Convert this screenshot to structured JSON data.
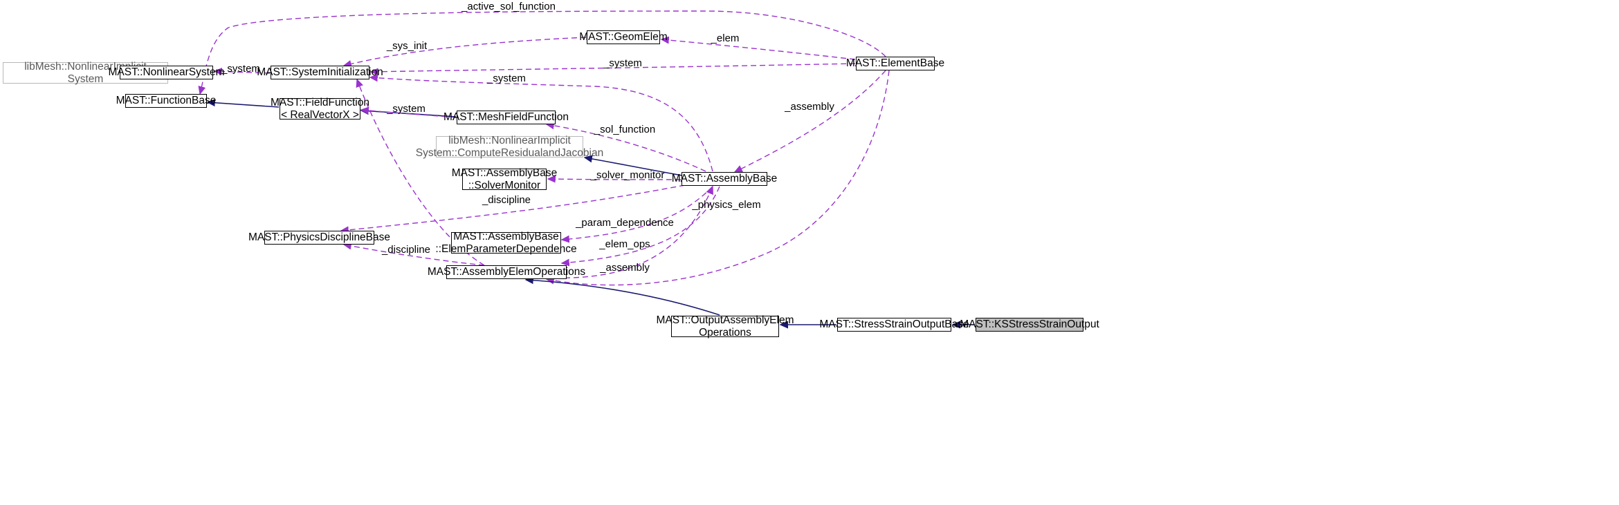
{
  "diagram": {
    "nodes": [
      {
        "id": "nonlinear_implicit_system",
        "lines": [
          "libMesh::NonlinearImplicit",
          "System"
        ],
        "external": true
      },
      {
        "id": "nonlinear_system",
        "lines": [
          "MAST::NonlinearSystem"
        ]
      },
      {
        "id": "function_base",
        "lines": [
          "MAST::FunctionBase"
        ]
      },
      {
        "id": "system_initialization",
        "lines": [
          "MAST::SystemInitialization"
        ]
      },
      {
        "id": "field_function",
        "lines": [
          "MAST::FieldFunction",
          "< RealVectorX >"
        ]
      },
      {
        "id": "geom_elem",
        "lines": [
          "MAST::GeomElem"
        ]
      },
      {
        "id": "mesh_field_function",
        "lines": [
          "MAST::MeshFieldFunction"
        ]
      },
      {
        "id": "compute_residual",
        "lines": [
          "libMesh::NonlinearImplicit",
          "System::ComputeResidualandJacobian"
        ],
        "external": true
      },
      {
        "id": "solver_monitor",
        "lines": [
          "MAST::AssemblyBase",
          "::SolverMonitor"
        ]
      },
      {
        "id": "physics_discipline_base",
        "lines": [
          "MAST::PhysicsDisciplineBase"
        ]
      },
      {
        "id": "elem_parameter_dependence",
        "lines": [
          "MAST::AssemblyBase",
          "::ElemParameterDependence"
        ]
      },
      {
        "id": "assembly_elem_operations",
        "lines": [
          "MAST::AssemblyElemOperations"
        ]
      },
      {
        "id": "element_base",
        "lines": [
          "MAST::ElementBase"
        ]
      },
      {
        "id": "assembly_base",
        "lines": [
          "MAST::AssemblyBase"
        ]
      },
      {
        "id": "output_assembly_elem_operations",
        "lines": [
          "MAST::OutputAssemblyElem",
          "Operations"
        ]
      },
      {
        "id": "stress_strain_output_base",
        "lines": [
          "MAST::StressStrainOutputBase"
        ]
      },
      {
        "id": "ks_stress_strain_output",
        "lines": [
          "MAST::KSStressStrainOutput"
        ],
        "focus": true
      }
    ],
    "edges": [
      {
        "id": "e1",
        "kind": "inheritance",
        "from": "nonlinear_system",
        "to": "nonlinear_implicit_system",
        "label": ""
      },
      {
        "id": "e2",
        "kind": "usage",
        "from": "system_initialization",
        "to": "nonlinear_system",
        "label": "_system"
      },
      {
        "id": "e3",
        "kind": "inheritance",
        "from": "field_function",
        "to": "function_base",
        "label": ""
      },
      {
        "id": "e4",
        "kind": "inheritance",
        "from": "mesh_field_function",
        "to": "field_function",
        "label": ""
      },
      {
        "id": "e5",
        "kind": "usage",
        "from": "mesh_field_function",
        "to": "system_initialization",
        "label": "_system"
      },
      {
        "id": "e6",
        "kind": "usage",
        "from": "geom_elem",
        "to": "system_initialization",
        "label": "_sys_init"
      },
      {
        "id": "e7",
        "kind": "usage",
        "from": "element_base",
        "to": "function_base",
        "label": "_active_sol_function"
      },
      {
        "id": "e8",
        "kind": "usage",
        "from": "element_base",
        "to": "geom_elem",
        "label": "_elem"
      },
      {
        "id": "e9",
        "kind": "usage",
        "from": "element_base",
        "to": "system_initialization",
        "label": "_system"
      },
      {
        "id": "e10",
        "kind": "usage",
        "from": "assembly_base",
        "to": "system_initialization",
        "label": "_system"
      },
      {
        "id": "e11",
        "kind": "usage",
        "from": "element_base",
        "to": "assembly_base",
        "label": "_assembly"
      },
      {
        "id": "e12",
        "kind": "usage",
        "from": "assembly_base",
        "to": "mesh_field_function",
        "label": "_sol_function"
      },
      {
        "id": "e13",
        "kind": "inheritance",
        "from": "assembly_base",
        "to": "compute_residual",
        "label": ""
      },
      {
        "id": "e14",
        "kind": "usage",
        "from": "assembly_base",
        "to": "solver_monitor",
        "label": "_solver_monitor"
      },
      {
        "id": "e15",
        "kind": "usage",
        "from": "assembly_base",
        "to": "physics_discipline_base",
        "label": "_discipline"
      },
      {
        "id": "e16",
        "kind": "usage",
        "from": "assembly_base",
        "to": "elem_parameter_dependence",
        "label": "_param_dependence"
      },
      {
        "id": "e17",
        "kind": "usage",
        "from": "assembly_base",
        "to": "assembly_elem_operations",
        "label": "_elem_ops"
      },
      {
        "id": "e18",
        "kind": "usage",
        "from": "assembly_elem_operations",
        "to": "assembly_base",
        "label": "_assembly"
      },
      {
        "id": "e19",
        "kind": "usage",
        "from": "element_base",
        "to": "assembly_elem_operations",
        "label": "_physics_elem"
      },
      {
        "id": "e20",
        "kind": "usage",
        "from": "assembly_elem_operations",
        "to": "system_initialization",
        "label": "_system"
      },
      {
        "id": "e21",
        "kind": "usage",
        "from": "assembly_elem_operations",
        "to": "physics_discipline_base",
        "label": "_discipline"
      },
      {
        "id": "e22",
        "kind": "inheritance",
        "from": "output_assembly_elem_operations",
        "to": "assembly_elem_operations",
        "label": ""
      },
      {
        "id": "e23",
        "kind": "inheritance",
        "from": "stress_strain_output_base",
        "to": "output_assembly_elem_operations",
        "label": ""
      },
      {
        "id": "e24",
        "kind": "inheritance",
        "from": "ks_stress_strain_output",
        "to": "stress_strain_output_base",
        "label": ""
      }
    ],
    "colors": {
      "usage_edge": "#9a32cd",
      "inheritance_edge": "#191970",
      "node_border": "#000000",
      "external_border": "#b8b8b8",
      "focus_fill": "#bfbfbf"
    }
  }
}
